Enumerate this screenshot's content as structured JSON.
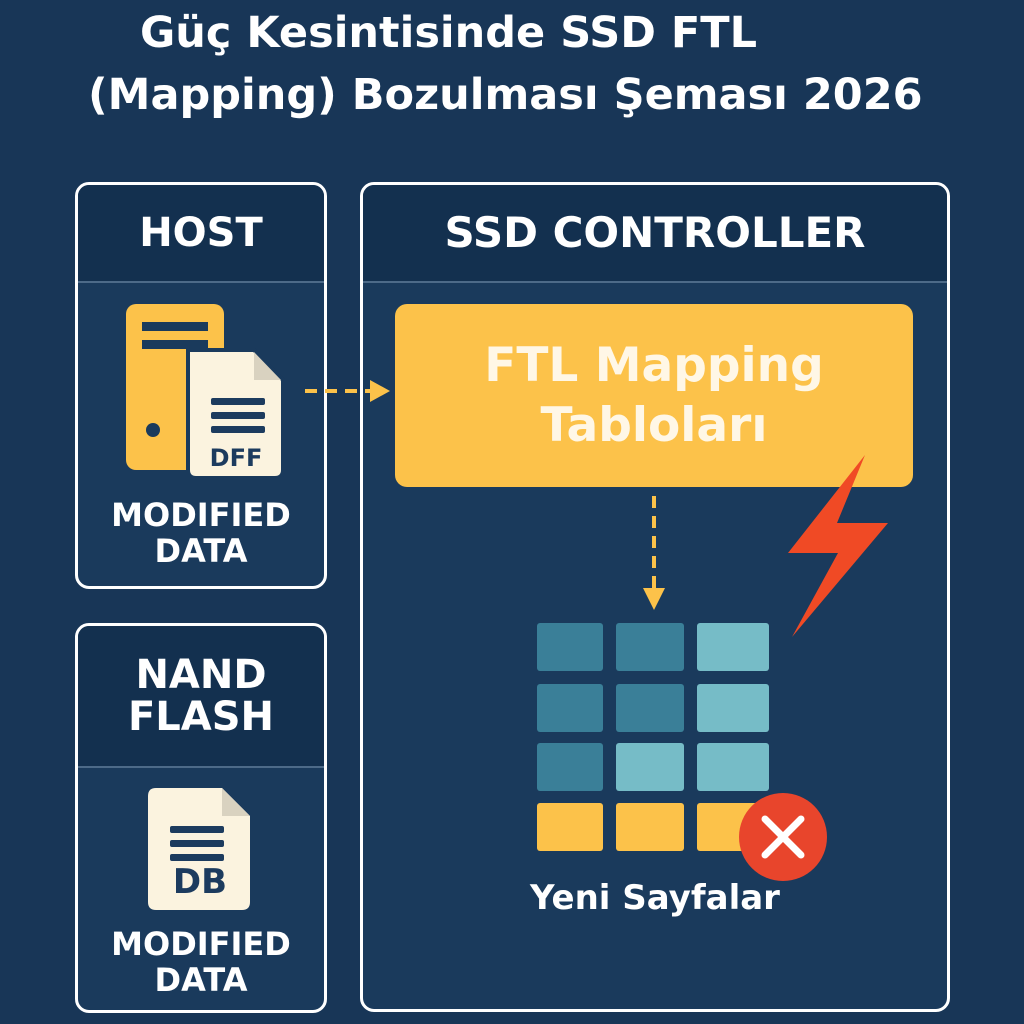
{
  "title": {
    "line1": "Güç Kesintisinde SSD FTL",
    "line2": "(Mapping) Bozulması Şeması 2026"
  },
  "host": {
    "header": "HOST",
    "file_label": "DFF",
    "caption_line1": "MODIFIED",
    "caption_line2": "DATA"
  },
  "nand": {
    "header_line1": "NAND",
    "header_line2": "FLASH",
    "file_label": "DB",
    "caption_line1": "MODIFIED",
    "caption_line2": "DATA"
  },
  "ssd": {
    "header": "SSD CONTROLLER",
    "ftl_line1": "FTL Mapping",
    "ftl_line2": "Tabloları",
    "pages_label": "Yeni Sayfalar"
  },
  "colors": {
    "background": "#183657",
    "accent_yellow": "#fcc24a",
    "dark_teal": "#3a7f98",
    "light_teal": "#76bcc7",
    "error_red": "#e8452c",
    "lightning": "#f04a25"
  },
  "icons": [
    "server-icon",
    "file-icon",
    "lightning-icon",
    "error-x-icon",
    "arrow-right-icon",
    "arrow-down-icon"
  ]
}
